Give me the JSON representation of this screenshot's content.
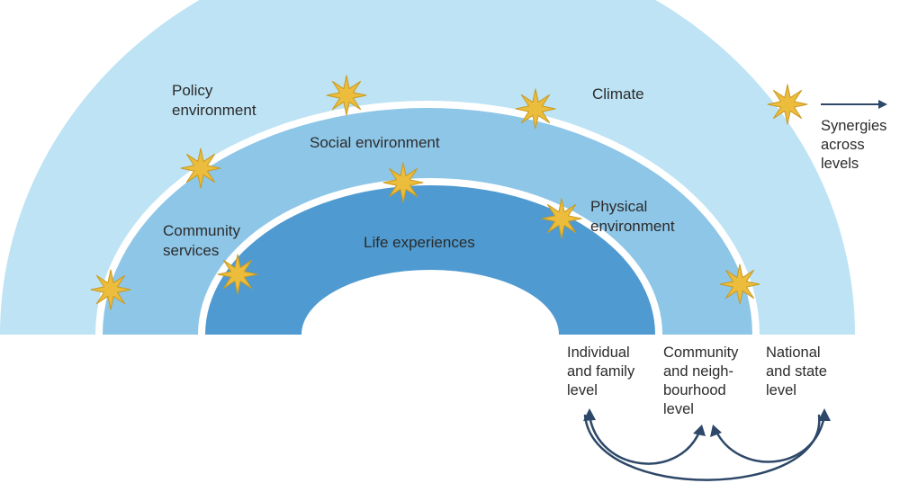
{
  "colors": {
    "outer_band": "#bde3f5",
    "middle_band": "#8ec6e8",
    "inner_band": "#4f9ad0",
    "separator": "#ffffff",
    "star_fill": "#ecbd3c",
    "star_stroke": "#c99a1e",
    "arrow": "#2d4868",
    "text": "#2b2b2b"
  },
  "bands": {
    "outer": {
      "labels": [
        [
          "Policy",
          "environment"
        ],
        [
          "Climate"
        ]
      ]
    },
    "middle": {
      "labels": [
        [
          "Social environment"
        ],
        [
          "Community",
          "services"
        ],
        [
          "Physical",
          "environment"
        ]
      ]
    },
    "inner": {
      "labels": [
        [
          "Life experiences"
        ]
      ]
    }
  },
  "levels": [
    [
      "Individual",
      "and family",
      "level"
    ],
    [
      "Community",
      "and neigh-",
      "bourhood",
      "level"
    ],
    [
      "National",
      "and state",
      "level"
    ]
  ],
  "legend": {
    "icon": "star-icon",
    "label": [
      "Synergies",
      "across",
      "levels"
    ]
  },
  "icons": {
    "star": "star-icon",
    "arrow": "arrow-right-icon"
  }
}
